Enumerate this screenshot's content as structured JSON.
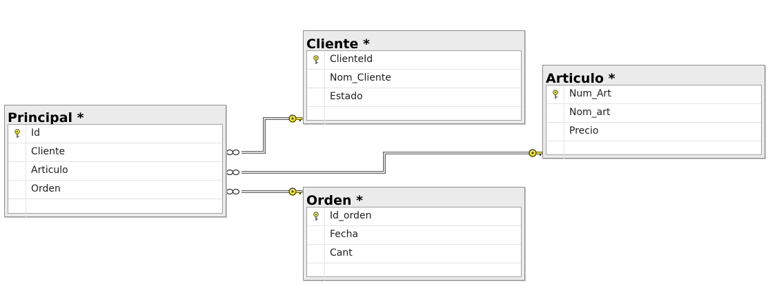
{
  "tables": {
    "principal": {
      "title": "Principal *",
      "columns": [
        "Id",
        "Cliente",
        "Articulo",
        "Orden"
      ],
      "primary_key": "Id"
    },
    "cliente": {
      "title": "Cliente *",
      "columns": [
        "ClienteId",
        "Nom_Cliente",
        "Estado"
      ],
      "primary_key": "ClienteId"
    },
    "articulo": {
      "title": "Articulo *",
      "columns": [
        "Num_Art",
        "Nom_art",
        "Precio"
      ],
      "primary_key": "Num_Art"
    },
    "orden": {
      "title": "Orden *",
      "columns": [
        "Id_orden",
        "Fecha",
        "Cant"
      ],
      "primary_key": "Id_orden"
    }
  },
  "relationships": [
    {
      "from": "Principal",
      "to": "Cliente",
      "from_end": "many-icon",
      "to_end": "key-icon"
    },
    {
      "from": "Principal",
      "to": "Articulo",
      "from_end": "many-icon",
      "to_end": "key-icon"
    },
    {
      "from": "Principal",
      "to": "Orden",
      "from_end": "many-icon",
      "to_end": "key-icon"
    }
  ],
  "colors": {
    "key_icon": "#f2e614",
    "link_line": "#555555",
    "title_bar": "#ebebeb"
  }
}
